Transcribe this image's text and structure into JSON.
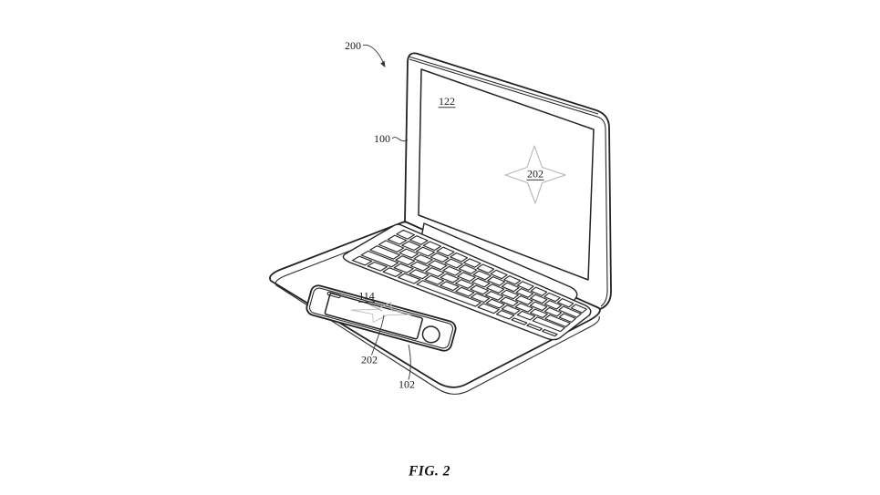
{
  "figure": {
    "caption": "FIG. 2"
  },
  "reference_labels": {
    "system": "200",
    "laptop": "100",
    "laptop_display": "122",
    "display_sparkle": "202",
    "dock_area": "114",
    "phone_sparkle": "202",
    "phone": "102"
  },
  "icons": {
    "display_sparkle": "four-point-star",
    "phone_sparkle": "four-point-star"
  },
  "colors": {
    "background": "#ffffff",
    "line": "#222222",
    "sparkle_line": "#b5b5b5",
    "text": "#1a1a1a"
  }
}
